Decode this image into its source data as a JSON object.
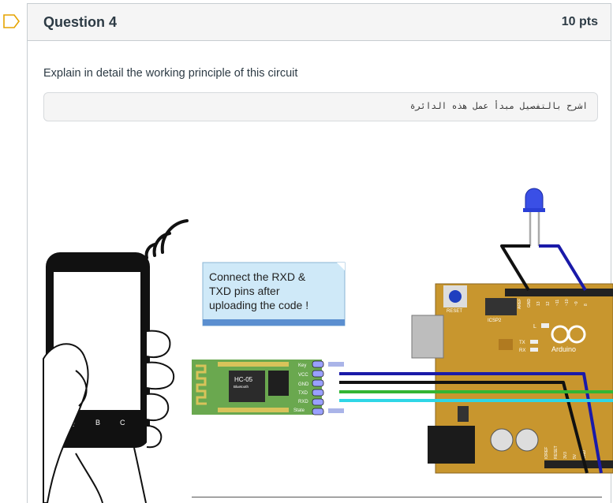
{
  "question": {
    "title": "Question 4",
    "points": "10 pts",
    "text": "Explain in detail the working principle of this circuit",
    "arabic_text": "اشرح بالتفصيل مبدأ عمل هذه الدائرة"
  },
  "circuit": {
    "note": {
      "line1": "Connect the RXD &",
      "line2": "TXD pins after",
      "line3": "uploading the code !"
    },
    "module": {
      "name": "HC-05",
      "sub": "Bluetooth",
      "pins": [
        "Key",
        "VCC",
        "GND",
        "TXD",
        "RXD",
        "State"
      ]
    },
    "arduino": {
      "reset_label": "RESET",
      "icsp_label": "ICSP2",
      "brand": "Arduino",
      "tx_label": "TX",
      "rx_label": "RX",
      "l_label": "L",
      "header_labels": [
        "AREF",
        "GND",
        "13",
        "12",
        "~11",
        "~10",
        "~9",
        "8"
      ],
      "bottom_labels": [
        "IOREF",
        "RESET",
        "3V3",
        "5V",
        "GND"
      ]
    },
    "phone_keys": [
      "Q",
      "B",
      "C"
    ],
    "colors": {
      "wire_blue": "#1a1aa8",
      "wire_black": "#111111",
      "wire_green": "#33b533",
      "wire_cyan": "#2fd6e6",
      "board": "#c8962e",
      "module_board": "#6aa84f",
      "led": "#3a4fe6"
    }
  }
}
